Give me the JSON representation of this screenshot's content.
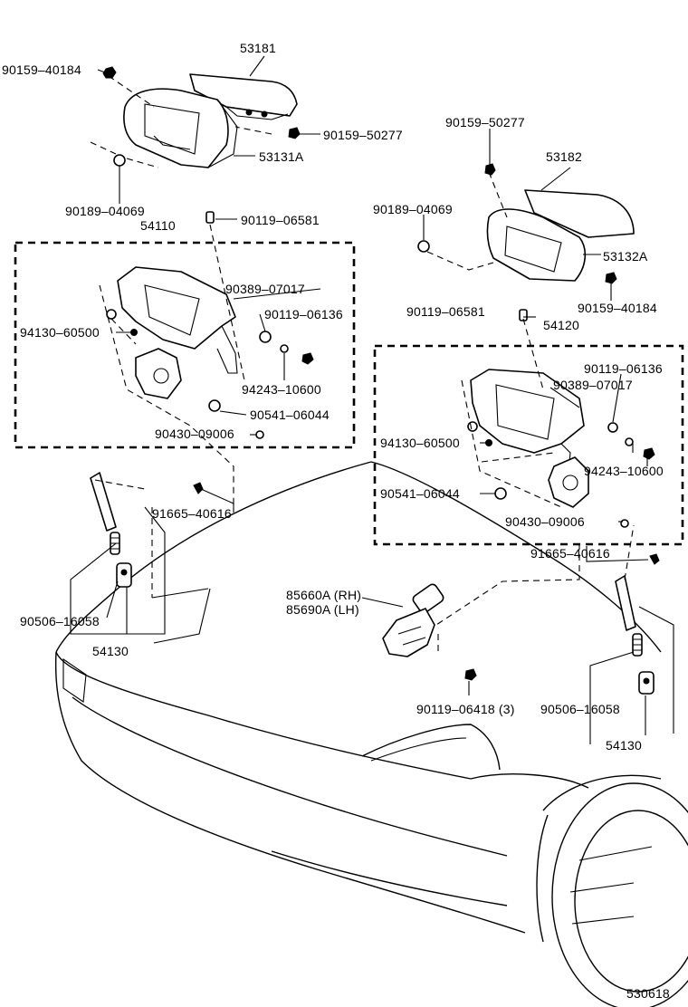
{
  "diagram_id": "530618",
  "labels": {
    "p53181": "53181",
    "p90159_40184_top": "90159–40184",
    "p90159_50277_left": "90159–50277",
    "p53131A": "53131A",
    "p90189_04069_left": "90189–04069",
    "p54110": "54110",
    "p90119_06581_left": "90119–06581",
    "p90389_07017_left": "90389–07017",
    "p90119_06136_left": "90119–06136",
    "p94130_60500_left": "94130–60500",
    "p94243_10600_left": "94243–10600",
    "p90541_06044_left": "90541–06044",
    "p90430_09006_left": "90430–09006",
    "p91665_40616_left": "91665–40616",
    "p90506_16058_left": "90506–16058",
    "p54130_left": "54130",
    "p90159_50277_right": "90159–50277",
    "p53182": "53182",
    "p90189_04069_right": "90189–04069",
    "p53132A": "53132A",
    "p90159_40184_right": "90159–40184",
    "p90119_06581_right": "90119–06581",
    "p54120": "54120",
    "p90119_06136_right": "90119–06136",
    "p90389_07017_right": "90389–07017",
    "p94130_60500_right": "94130–60500",
    "p94243_10600_right": "94243–10600",
    "p90541_06044_right": "90541–06044",
    "p90430_09006_right": "90430–09006",
    "p91665_40616_right": "91665–40616",
    "p85660A": "85660A (RH)",
    "p85690A": "85690A (LH)",
    "p90119_06418": "90119–06418 (3)",
    "p90506_16058_right": "90506–16058",
    "p54130_right": "54130"
  }
}
